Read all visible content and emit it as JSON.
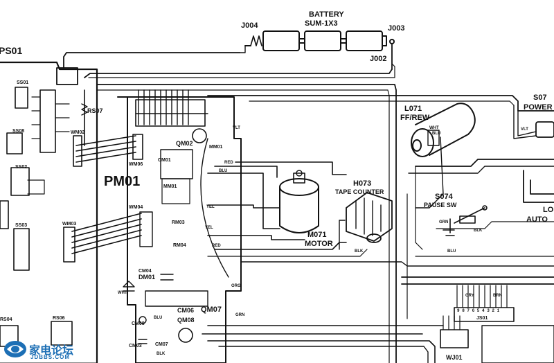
{
  "battery": {
    "title": "BATTERY",
    "spec": "SUM-1X3",
    "j004": "J004",
    "j003": "J003",
    "j002": "J002"
  },
  "boards": {
    "ps01": "PS01",
    "pm01": "PM01"
  },
  "switches": {
    "ss01": "SS01",
    "ss02": "SS02",
    "ss03": "SS03",
    "ss08": "SS08",
    "rs04": "RS04",
    "rs06": "RS06",
    "s07": "S07",
    "power": "POWER",
    "s074": "S074",
    "pause_sw": "PAUSE SW",
    "auto": "AUTO",
    "lo": "LO"
  },
  "components": {
    "rs07": "RS07",
    "l071": "L071",
    "ff_rew": "FF/REW",
    "h073": "H073",
    "tape_counter": "TAPE COUNTER",
    "m071": "M071",
    "motor": "MOTOR",
    "qm02": "QM02",
    "cm01": "CM01",
    "mm01": "MM01",
    "rm03": "RM03",
    "rm04": "RM04",
    "cm04": "CM04",
    "dm01": "DM01",
    "cm06": "CM06",
    "qm07": "QM07",
    "qm08": "QM08",
    "cm07": "CM07",
    "cm03": "CM03",
    "cm08": "CM08",
    "wm02": "WM02",
    "wm03": "WM03",
    "wm04": "WM04",
    "wm06": "WM06",
    "js01": "JS01",
    "wj01": "WJ01",
    "js01_pins": "9 8 7 6 5 4 3 2 1"
  },
  "wire_colors": {
    "vlt": "VLT",
    "blu": "BLU",
    "red": "RED",
    "yel": "YEL",
    "wht": "WHT",
    "grn": "GRN",
    "blk": "BLK",
    "brn": "BRN",
    "org": "ORG",
    "gry": "GRY"
  },
  "watermark": {
    "cn": "家电论坛",
    "en": "JDBBS.COM",
    "accent": "#1d6fb5"
  }
}
